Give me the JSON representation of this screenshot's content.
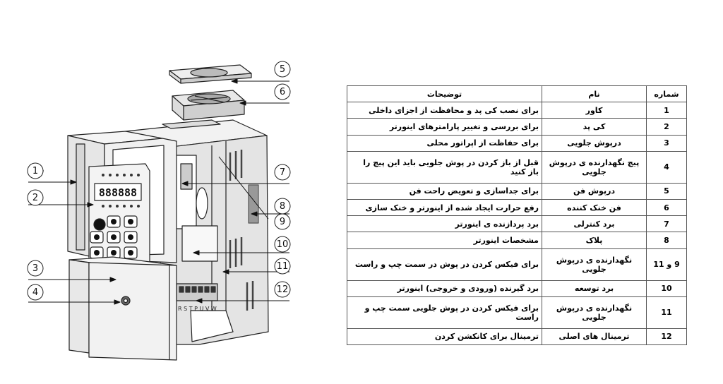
{
  "callouts": [
    "1",
    "2",
    "3",
    "4",
    "5",
    "6",
    "7",
    "8",
    "9",
    "10",
    "11",
    "12"
  ],
  "terminal_labels": "R S T P U V W",
  "panel": {
    "display": "888888",
    "keys": [
      "",
      "",
      "",
      "",
      "",
      "",
      "",
      "",
      ""
    ]
  },
  "table": {
    "headers": {
      "number": "شماره",
      "name": "نام",
      "description": "توضیحات"
    },
    "rows": [
      {
        "number": "1",
        "name": "کاور",
        "description": "برای نصب کی پد و محافظت از اجزای داخلی"
      },
      {
        "number": "2",
        "name": "کی پد",
        "description": "برای بررسی و تغییر پارامترهای اینورتر"
      },
      {
        "number": "3",
        "name": "درپوش جلویی",
        "description": "برای حفاظت از اپراتور محلی"
      },
      {
        "number": "4",
        "name": "پیچ نگهدارنده ی درپوش جلویی",
        "description": "قبل از باز کردن در پوش جلویی باید این پیچ را باز کنید"
      },
      {
        "number": "5",
        "name": "درپوش فن",
        "description": "برای جداسازی و تعویض راحت فن"
      },
      {
        "number": "6",
        "name": "فن خنک کننده",
        "description": "رفع حرارت ایجاد شده از اینورتر و خنک سازی"
      },
      {
        "number": "7",
        "name": "برد کنترلی",
        "description": "برد پردازنده ی اینورتر"
      },
      {
        "number": "8",
        "name": "پلاک",
        "description": "مشخصات اینورتر"
      },
      {
        "number": "9 و 11",
        "name": "نگهدارنده ی درپوش جلویی",
        "description": "برای فیکس کردن در پوش در سمت چپ و راست"
      },
      {
        "number": "10",
        "name": "برد توسعه",
        "description": "برد گیرنده (ورودی و خروجی) اینورتر"
      },
      {
        "number": "11",
        "name": "نگهدارنده ی درپوش جلویی",
        "description": "برای فیکس کردن در پوش جلویی سمت چپ و راست"
      },
      {
        "number": "12",
        "name": "ترمینال های اصلی",
        "description": "ترمینال برای کانکشن کردن"
      }
    ]
  }
}
